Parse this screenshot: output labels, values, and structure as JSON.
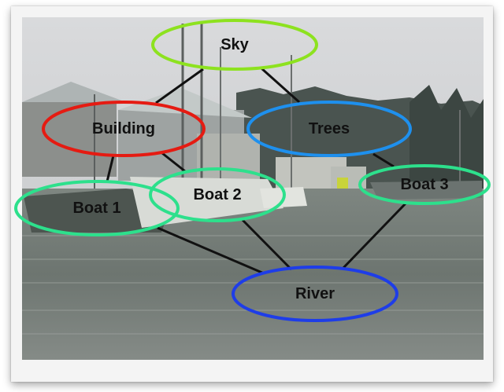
{
  "diagram": {
    "nodes": {
      "sky": {
        "label": "Sky",
        "color": "#8de21f"
      },
      "building": {
        "label": "Building",
        "color": "#e51b12"
      },
      "trees": {
        "label": "Trees",
        "color": "#1e90ee"
      },
      "boat1": {
        "label": "Boat 1",
        "color": "#2de08c"
      },
      "boat2": {
        "label": "Boat 2",
        "color": "#2de08c"
      },
      "boat3": {
        "label": "Boat 3",
        "color": "#2de08c"
      },
      "river": {
        "label": "River",
        "color": "#1e3de8"
      }
    },
    "edges": [
      [
        "sky",
        "building"
      ],
      [
        "sky",
        "trees"
      ],
      [
        "building",
        "boat1"
      ],
      [
        "building",
        "boat2"
      ],
      [
        "trees",
        "boat3"
      ],
      [
        "boat1",
        "river"
      ],
      [
        "boat2",
        "river"
      ],
      [
        "boat3",
        "river"
      ]
    ]
  }
}
